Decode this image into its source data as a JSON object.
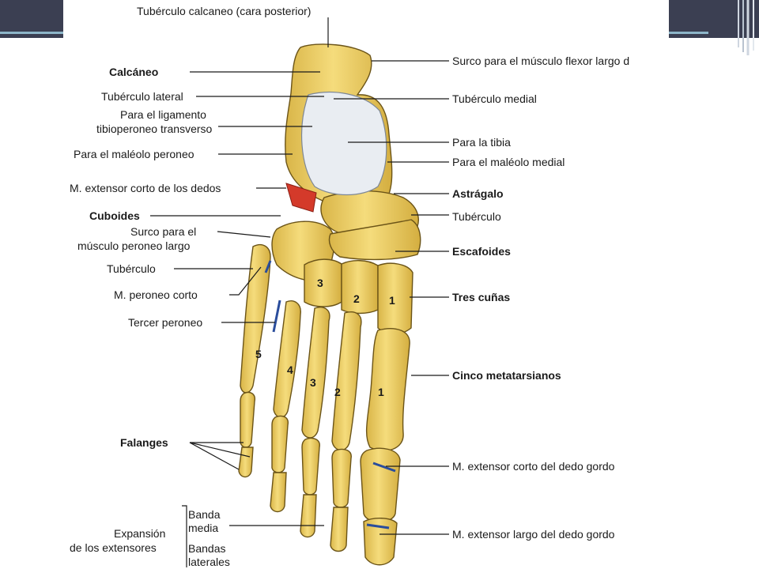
{
  "labels": {
    "tuberculo_calcaneo": "Tubérculo calcaneo (cara posterior)",
    "calcaneo": "Calcáneo",
    "tuberculo_lateral": "Tubérculo lateral",
    "ligamento_1": "Para el ligamento",
    "ligamento_2": "tibioperoneo transverso",
    "maleolo_peroneo": "Para el maléolo peroneo",
    "extensor_corto_dedos": "M. extensor corto de los dedos",
    "cuboides": "Cuboides",
    "surco_peroneo_1": "Surco para el",
    "surco_peroneo_2": "músculo peroneo largo",
    "tuberculo_left": "Tubérculo",
    "peroneo_corto": "M. peroneo corto",
    "tercer_peroneo": "Tercer peroneo",
    "falanges": "Falanges",
    "expansion_1": "Expansión",
    "expansion_2": "de los extensores",
    "banda_1": "Banda",
    "banda_2": "media",
    "bandas_1": "Bandas",
    "bandas_2": "laterales",
    "surco_flexor": "Surco para el músculo flexor largo d",
    "tuberculo_medial": "Tubérculo medial",
    "para_tibia": "Para la tibia",
    "maleolo_medial": "Para el maléolo medial",
    "astragalo": "Astrágalo",
    "tuberculo_right": "Tubérculo",
    "escafoides": "Escafoides",
    "tres_cunas": "Tres cuñas",
    "cinco_metatarsianos": "Cinco metatarsianos",
    "extensor_corto_gordo": "M. extensor corto del dedo gordo",
    "extensor_largo_gordo": "M. extensor largo del dedo gordo"
  },
  "numbers": {
    "cuna3": "3",
    "cuna2": "2",
    "cuna1": "1",
    "meta5": "5",
    "meta4": "4",
    "meta3": "3",
    "meta2": "2",
    "meta1": "1"
  },
  "colors": {
    "bone": "#f2d36a",
    "bone_shadow": "#c9a63a",
    "bone_light": "#fbeeb0",
    "cartilage": "#e9edf2",
    "muscle": "#d43a2a",
    "tendon": "#2a4d9c",
    "slide_dark": "#3b3f52",
    "slide_accent": "#8db6c9"
  }
}
